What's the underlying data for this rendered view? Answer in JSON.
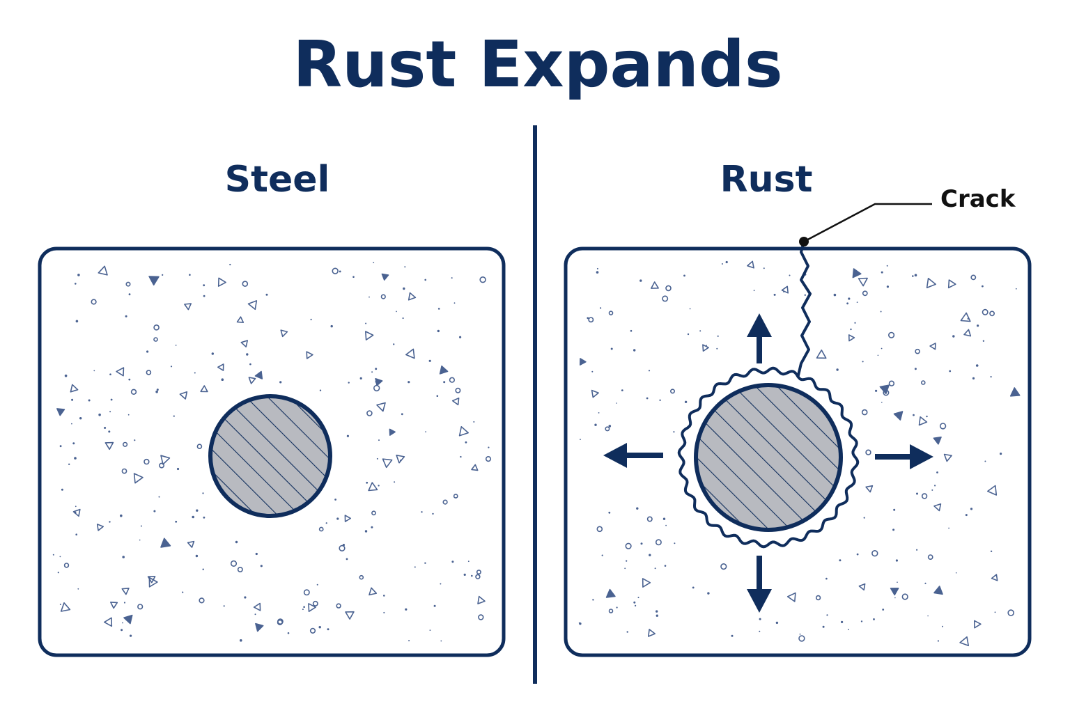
{
  "title": "Rust Expands",
  "panels": {
    "left": {
      "label": "Steel"
    },
    "right": {
      "label": "Rust",
      "callout": "Crack"
    }
  },
  "colors": {
    "navy": "#0f2d5c",
    "steel_fill": "#b8bac0",
    "speckle": "#4a6291",
    "callout_text": "#111111",
    "background": "#ffffff"
  },
  "icons": {
    "expansion_arrows": [
      "arrow-up-icon",
      "arrow-down-icon",
      "arrow-left-icon",
      "arrow-right-icon"
    ]
  }
}
